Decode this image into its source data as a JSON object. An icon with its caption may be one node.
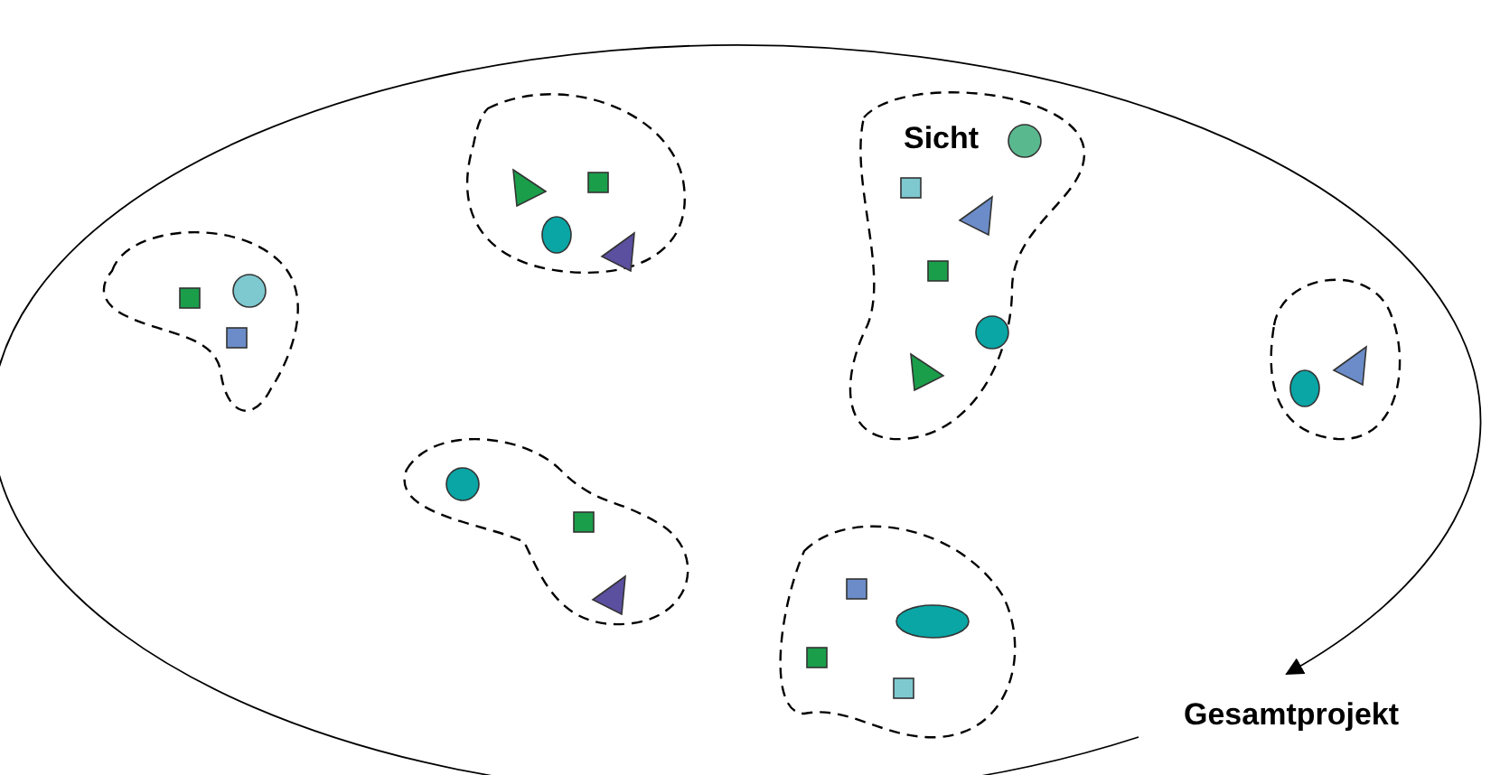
{
  "diagram": {
    "nodes": [
      {
        "text": [
          "Gesamtprojekt"
        ]
      },
      {
        "text": [],
        "shape": "blob",
        "in": 0
      },
      {
        "text": [],
        "shape": "blob",
        "in": 0
      },
      {
        "text": [
          "Sicht"
        ],
        "in": 0
      },
      {
        "text": [],
        "shape": "blob",
        "in": 0
      },
      {
        "text": [],
        "shape": "blob",
        "in": 0
      },
      {
        "text": [],
        "shape": "blob",
        "in": 0
      }
    ]
  }
}
